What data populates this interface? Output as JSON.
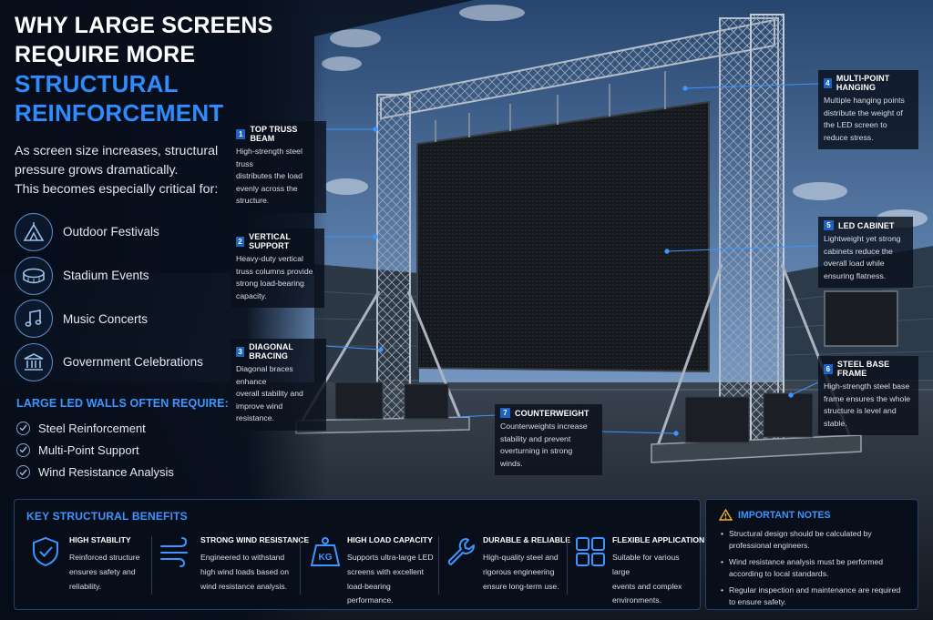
{
  "headline": {
    "line1": "WHY LARGE SCREENS",
    "line2": "REQUIRE MORE",
    "line3": "STRUCTURAL",
    "line4": "REINFORCEMENT"
  },
  "intro": {
    "line1": "As screen size increases, structural",
    "line2": "pressure grows dramatically.",
    "line3": "This becomes especially critical for:"
  },
  "use_cases": [
    {
      "label": "Outdoor Festivals",
      "icon": "festival-tent-icon"
    },
    {
      "label": "Stadium Events",
      "icon": "stadium-icon"
    },
    {
      "label": "Music Concerts",
      "icon": "music-note-icon"
    },
    {
      "label": "Government Celebrations",
      "icon": "government-building-icon"
    }
  ],
  "requirements": {
    "heading": "LARGE LED WALLS OFTEN REQUIRE:",
    "items": [
      "Steel Reinforcement",
      "Multi-Point Support",
      "Wind Resistance Analysis"
    ]
  },
  "callouts": [
    {
      "num": "1",
      "title": "TOP TRUSS BEAM",
      "lines": [
        "High-strength steel truss",
        "distributes the load",
        "evenly across the",
        "structure."
      ]
    },
    {
      "num": "2",
      "title": "VERTICAL SUPPORT",
      "lines": [
        "Heavy-duty vertical",
        "truss columns provide",
        "strong load-bearing",
        "capacity."
      ]
    },
    {
      "num": "3",
      "title": "DIAGONAL BRACING",
      "lines": [
        "Diagonal braces enhance",
        "overall stability and",
        "improve wind resistance."
      ]
    },
    {
      "num": "4",
      "title": "MULTI-POINT HANGING",
      "lines": [
        "Multiple hanging points",
        "distribute the weight of",
        "the LED screen to",
        "reduce stress."
      ]
    },
    {
      "num": "5",
      "title": "LED CABINET",
      "lines": [
        "Lightweight yet strong",
        "cabinets reduce the",
        "overall load while",
        "ensuring flatness."
      ]
    },
    {
      "num": "6",
      "title": "STEEL BASE FRAME",
      "lines": [
        "High-strength steel base",
        "frame ensures the whole",
        "structure is level and",
        "stable."
      ]
    },
    {
      "num": "7",
      "title": "COUNTERWEIGHT",
      "lines": [
        "Counterweights increase",
        "stability and prevent",
        "overturning in strong winds."
      ]
    }
  ],
  "benefits": {
    "title": "KEY STRUCTURAL BENEFITS",
    "items": [
      {
        "icon": "shield-check-icon",
        "title": "HIGH STABILITY",
        "lines": [
          "Reinforced structure",
          "ensures safety and",
          "reliability."
        ]
      },
      {
        "icon": "wind-icon",
        "title": "STRONG WIND RESISTANCE",
        "lines": [
          "Engineered to withstand",
          "high wind loads based on",
          "wind resistance analysis."
        ]
      },
      {
        "icon": "weight-kg-icon",
        "icon_text": "KG",
        "title": "HIGH LOAD CAPACITY",
        "lines": [
          "Supports ultra-large LED",
          "screens with excellent",
          "load-bearing performance."
        ]
      },
      {
        "icon": "wrench-icon",
        "title": "DURABLE & RELIABLE",
        "lines": [
          "High-quality steel and",
          "rigorous engineering",
          "ensure long-term use."
        ]
      },
      {
        "icon": "grid-modules-icon",
        "title": "FLEXIBLE APPLICATION",
        "lines": [
          "Suitable for various large",
          "events and complex",
          "environments."
        ]
      }
    ]
  },
  "notes": {
    "title": "IMPORTANT NOTES",
    "items": [
      {
        "lines": [
          "Structural design should be calculated by",
          "professional engineers."
        ]
      },
      {
        "lines": [
          "Wind resistance analysis must be performed",
          "according to local standards."
        ]
      },
      {
        "lines": [
          "Regular inspection and maintenance are required",
          "to ensure safety."
        ]
      }
    ]
  },
  "colors": {
    "accent": "#2f8cff",
    "callout_badge": "#1d63c4",
    "panel_border": "#26406a",
    "warning": "#f2b233"
  }
}
